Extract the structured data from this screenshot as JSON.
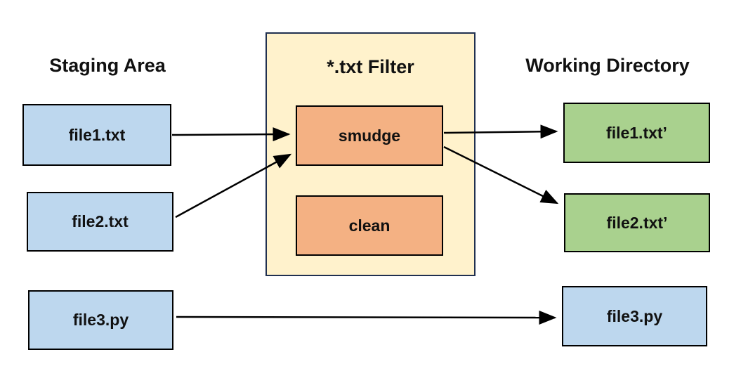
{
  "colors": {
    "background": "#FFFFFF",
    "staging_fill": "#BDD7EE",
    "filter_panel_fill": "#FFF2CC",
    "filter_panel_border": "#203050",
    "filter_fill": "#F4B183",
    "working_txt_fill": "#A9D18E",
    "working_py_fill": "#BDD7EE",
    "box_border": "#000000",
    "arrow": "#000000"
  },
  "headers": {
    "staging": "Staging Area",
    "filter": "*.txt Filter",
    "working": "Working Directory"
  },
  "nodes": {
    "file1_staging": "file1.txt",
    "file2_staging": "file2.txt",
    "file3_staging": "file3.py",
    "smudge": "smudge",
    "clean": "clean",
    "file1_working": "file1.txt’",
    "file2_working": "file2.txt’",
    "file3_working": "file3.py"
  },
  "edges": [
    {
      "from": "file1_staging",
      "to": "smudge"
    },
    {
      "from": "file2_staging",
      "to": "smudge"
    },
    {
      "from": "smudge",
      "to": "file1_working"
    },
    {
      "from": "smudge",
      "to": "file2_working"
    },
    {
      "from": "file3_staging",
      "to": "file3_working"
    }
  ]
}
